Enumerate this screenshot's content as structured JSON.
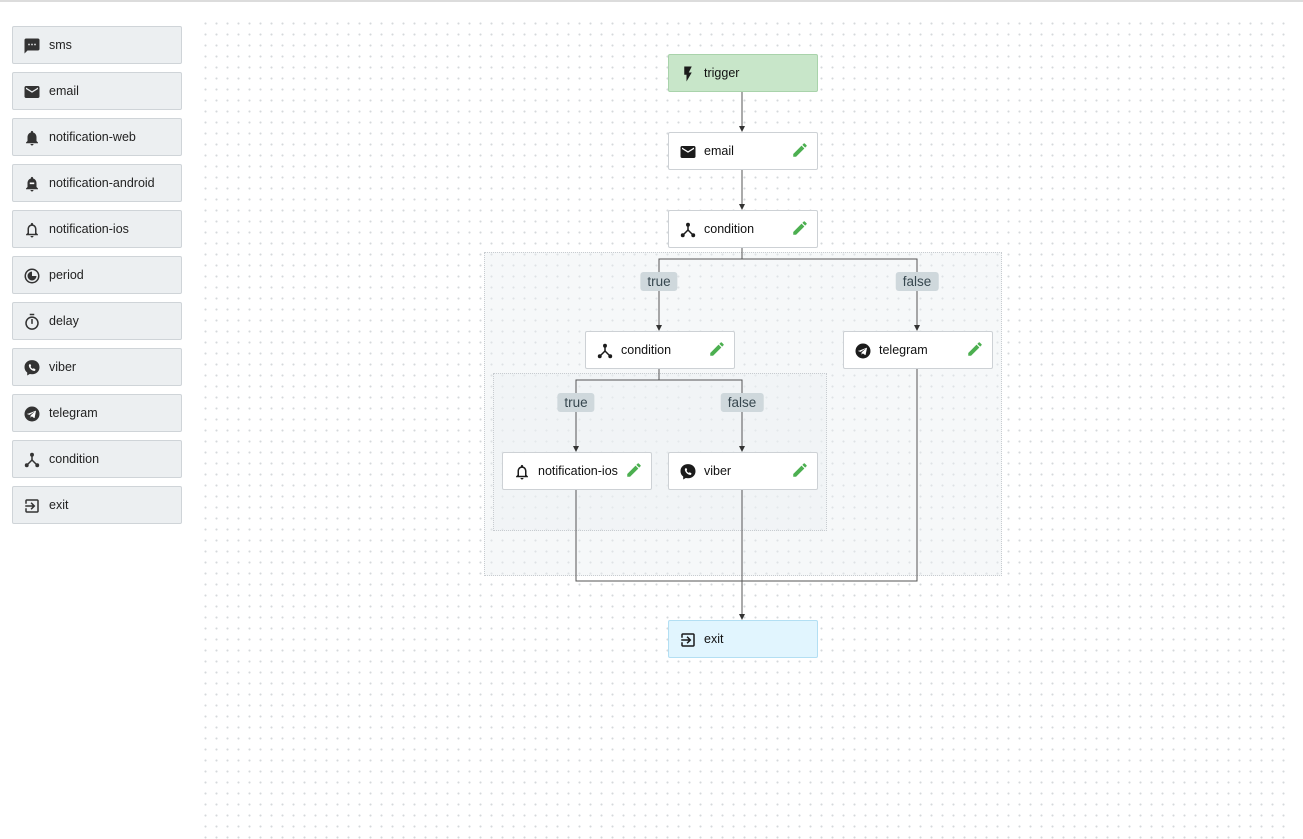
{
  "palette": {
    "items": [
      {
        "label": "sms",
        "icon": "sms-icon"
      },
      {
        "label": "email",
        "icon": "email-icon"
      },
      {
        "label": "notification-web",
        "icon": "bell-icon"
      },
      {
        "label": "notification-android",
        "icon": "bell-android-icon"
      },
      {
        "label": "notification-ios",
        "icon": "bell-ios-icon"
      },
      {
        "label": "period",
        "icon": "period-icon"
      },
      {
        "label": "delay",
        "icon": "timer-icon"
      },
      {
        "label": "viber",
        "icon": "viber-icon"
      },
      {
        "label": "telegram",
        "icon": "telegram-icon"
      },
      {
        "label": "condition",
        "icon": "condition-icon"
      },
      {
        "label": "exit",
        "icon": "exit-icon"
      }
    ]
  },
  "flow": {
    "trigger": {
      "label": "trigger",
      "icon": "lightning-icon"
    },
    "email": {
      "label": "email",
      "icon": "email-icon"
    },
    "condition1": {
      "label": "condition",
      "icon": "condition-icon",
      "true_label": "true",
      "false_label": "false"
    },
    "condition2": {
      "label": "condition",
      "icon": "condition-icon",
      "true_label": "true",
      "false_label": "false"
    },
    "telegram": {
      "label": "telegram",
      "icon": "telegram-icon"
    },
    "notification_ios": {
      "label": "notification-ios",
      "icon": "bell-ios-icon"
    },
    "viber": {
      "label": "viber",
      "icon": "viber-icon"
    },
    "exit": {
      "label": "exit",
      "icon": "exit-icon"
    }
  },
  "colors": {
    "trigger_bg": "#c8e6c9",
    "exit_bg": "#e1f5fe",
    "edit_icon": "#4caf50",
    "branch_label_bg": "#cfd8dc"
  }
}
